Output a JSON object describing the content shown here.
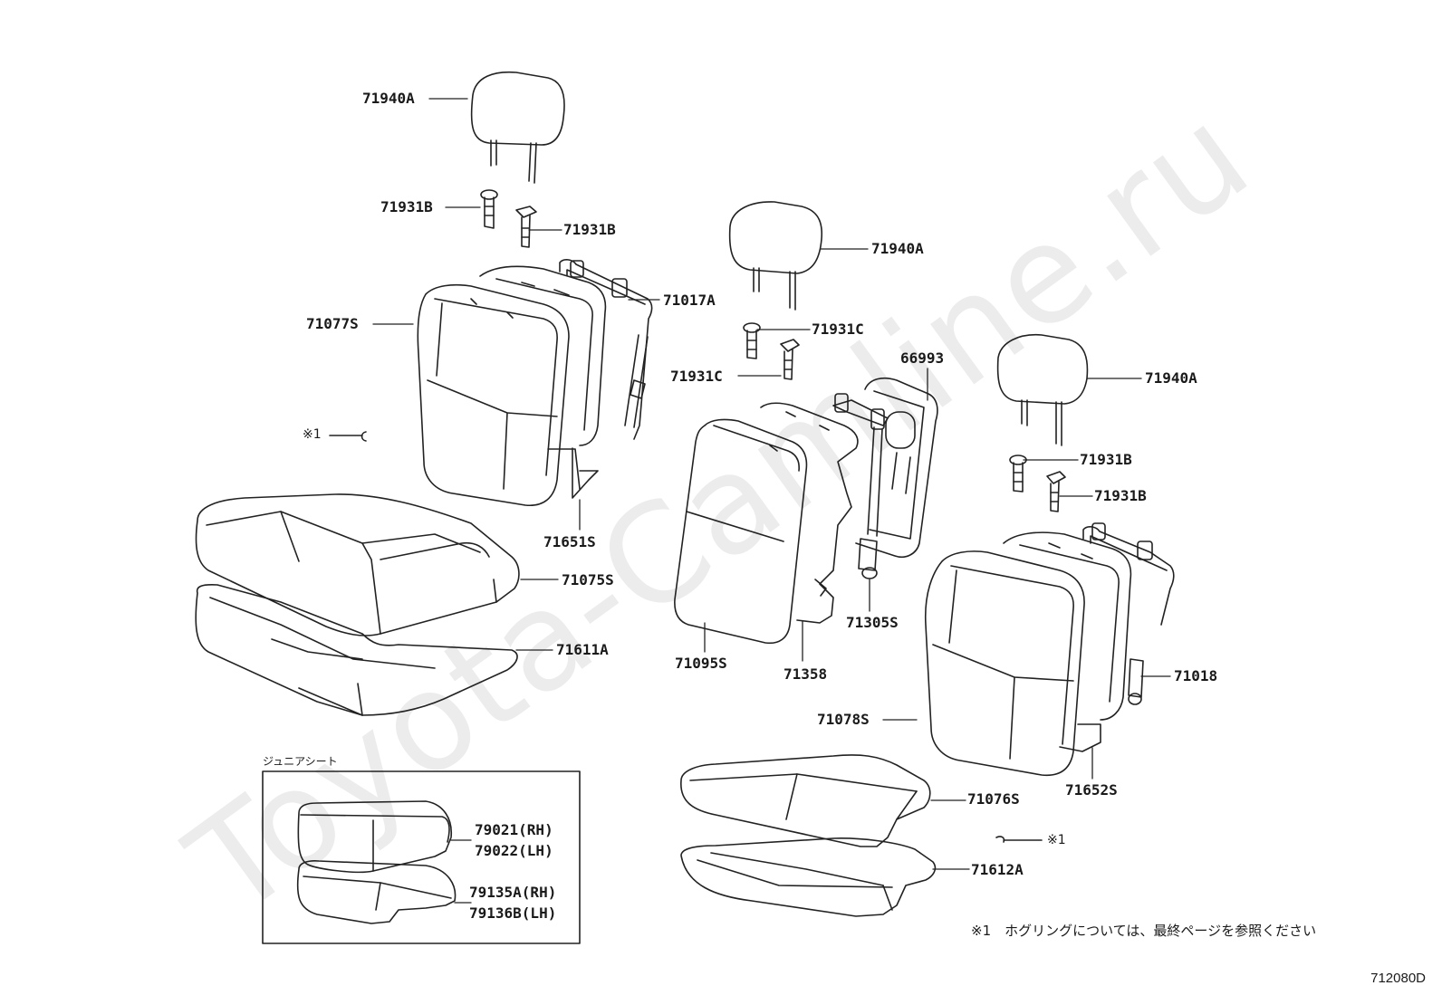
{
  "watermark": "Toyota-Camline.ru",
  "diagram_code": "712080D",
  "junior_seat_title": "ジュニアシート",
  "note_marker": "※1",
  "note_text": "※1　ホグリングについては、最終ページを参照ください",
  "parts": {
    "headrest_left": "71940A",
    "guide_left_a": "71931B",
    "guide_left_b": "71931B",
    "back_frame_left": "71017A",
    "back_assy_left": "71077S",
    "back_pad_left": "71651S",
    "cushion_left": "71075S",
    "cushion_pad_left": "71611A",
    "headrest_center": "71940A",
    "guide_center_a": "71931C",
    "guide_center_b": "71931C",
    "armrest_frame": "66993",
    "center_back": "71095S",
    "center_pad": "71358",
    "center_hinge": "71305S",
    "headrest_right": "71940A",
    "guide_right_a": "71931B",
    "guide_right_b": "71931B",
    "back_frame_right": "71018",
    "back_assy_right": "71078S",
    "back_pad_right": "71652S",
    "cushion_right": "71076S",
    "cushion_pad_right": "71612A",
    "junior_cover_rh": "79021(RH)",
    "junior_cover_lh": "79022(LH)",
    "junior_pad_rh": "79135A(RH)",
    "junior_pad_lh": "79136B(LH)"
  }
}
